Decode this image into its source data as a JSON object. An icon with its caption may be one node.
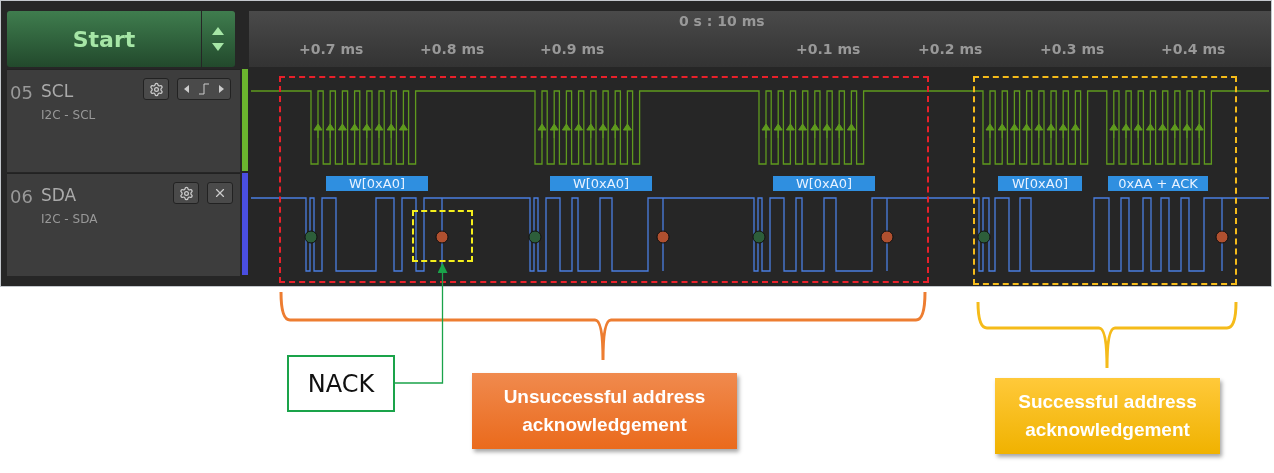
{
  "diagram": {
    "nodes": [
      {
        "text": [],
        "shape": "box"
      },
      {
        "text": [],
        "shape": "box",
        "in": 0
      },
      {
        "text": [],
        "shape": "box"
      },
      {
        "text": [
          "NACK"
        ]
      },
      {
        "text": [
          "Unsuccessful address acknowledgement"
        ]
      },
      {
        "text": [
          "Successful address acknowledgement"
        ]
      }
    ],
    "edges": [
      {
        "from": 3,
        "to": 1,
        "arrow": "to"
      }
    ],
    "labels": [
      "Start",
      "0 s : 10 ms",
      "+0.7 ms",
      "+0.8 ms",
      "+0.9 ms",
      "+0.1 ms",
      "+0.2 ms",
      "+0.3 ms",
      "+0.4 ms",
      "05",
      "SCL",
      "I2C - SCL",
      "06",
      "SDA",
      "I2C - SDA",
      "W[0xA0]",
      "W[0xA0]",
      "W[0xA0]",
      "W[0xA0]",
      "0xAA + ACK"
    ]
  }
}
